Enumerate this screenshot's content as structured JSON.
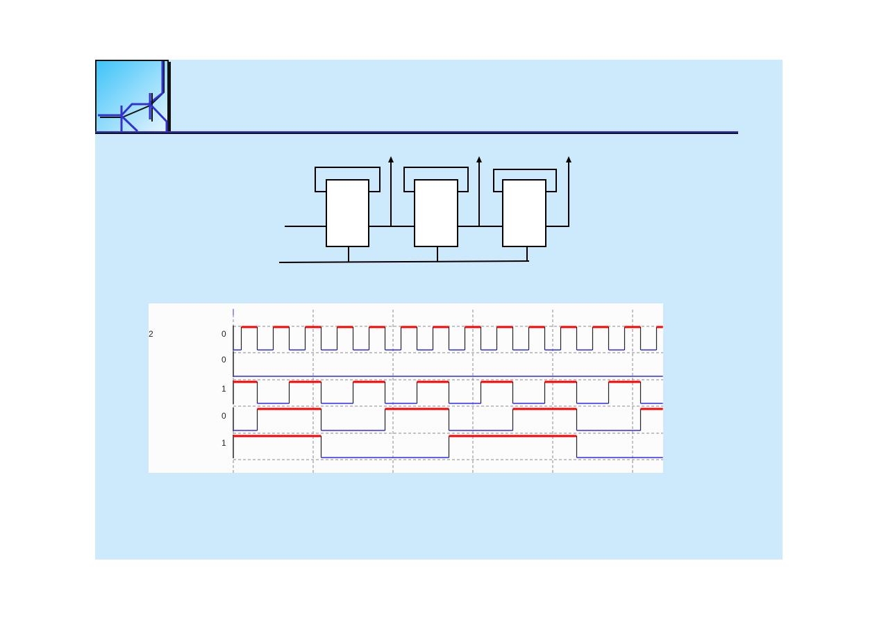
{
  "waveform": {
    "left_label": "2",
    "rows": [
      {
        "label": "0",
        "initial": 0,
        "transitions": [
          0.5,
          1.5,
          2.5,
          3.5,
          4.5,
          5.5,
          6.5,
          7.5,
          8.5,
          9.5,
          10.5,
          11.5,
          12.5,
          13.5,
          14.5,
          15.5,
          16.5,
          17.5,
          18.5,
          19.5,
          20.5,
          21.5,
          22.5,
          23.5,
          24.5,
          25.5,
          26.5
        ]
      },
      {
        "label": "0",
        "initial": 0,
        "transitions": []
      },
      {
        "label": "1",
        "initial": 1,
        "transitions": [
          1.5,
          3.5,
          5.5,
          7.5,
          9.5,
          11.5,
          13.5,
          15.5,
          17.5,
          19.5,
          21.5,
          23.5,
          25.5
        ]
      },
      {
        "label": "0",
        "initial": 0,
        "transitions": [
          1.5,
          5.5,
          9.5,
          13.5,
          17.5,
          21.5,
          25.5
        ]
      },
      {
        "label": "1",
        "initial": 1,
        "transitions": [
          5.5,
          13.5,
          21.5
        ]
      }
    ],
    "time_span": 26.9,
    "grid_every": 5,
    "colors": {
      "high": "#ff0000",
      "low": "#2b2bff",
      "edge": "#222222"
    }
  }
}
